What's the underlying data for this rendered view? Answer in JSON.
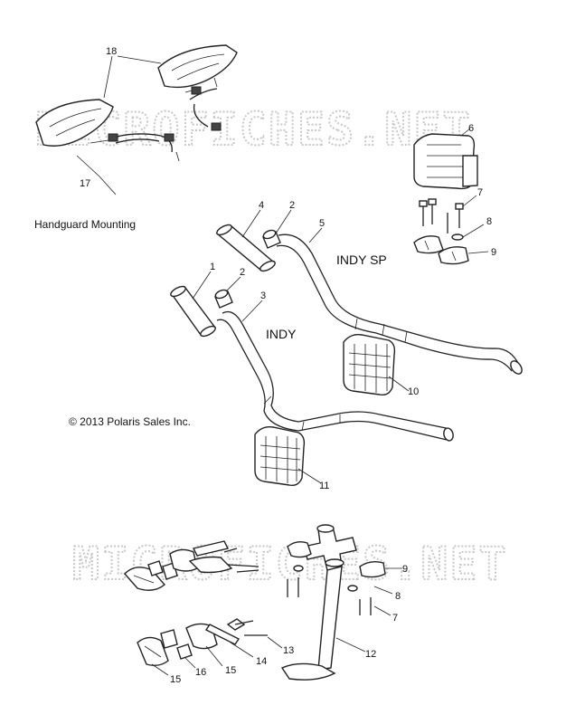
{
  "watermark": "MICROFICHES.NET",
  "captions": {
    "handguard_mounting": "Handguard Mounting",
    "copyright": "© 2013 Polaris Sales Inc.",
    "indy_sp": "INDY SP",
    "indy": "INDY"
  },
  "callouts": {
    "c18": "18",
    "c17": "17",
    "c6": "6",
    "c7a": "7",
    "c8a": "8",
    "c9a": "9",
    "c4": "4",
    "c2a": "2",
    "c5": "5",
    "c1": "1",
    "c2b": "2",
    "c3": "3",
    "c10": "10",
    "c11": "11",
    "c9b": "9",
    "c8b": "8",
    "c7b": "7",
    "c12": "12",
    "c13": "13",
    "c14": "14",
    "c15a": "15",
    "c16": "16",
    "c15b": "15"
  }
}
